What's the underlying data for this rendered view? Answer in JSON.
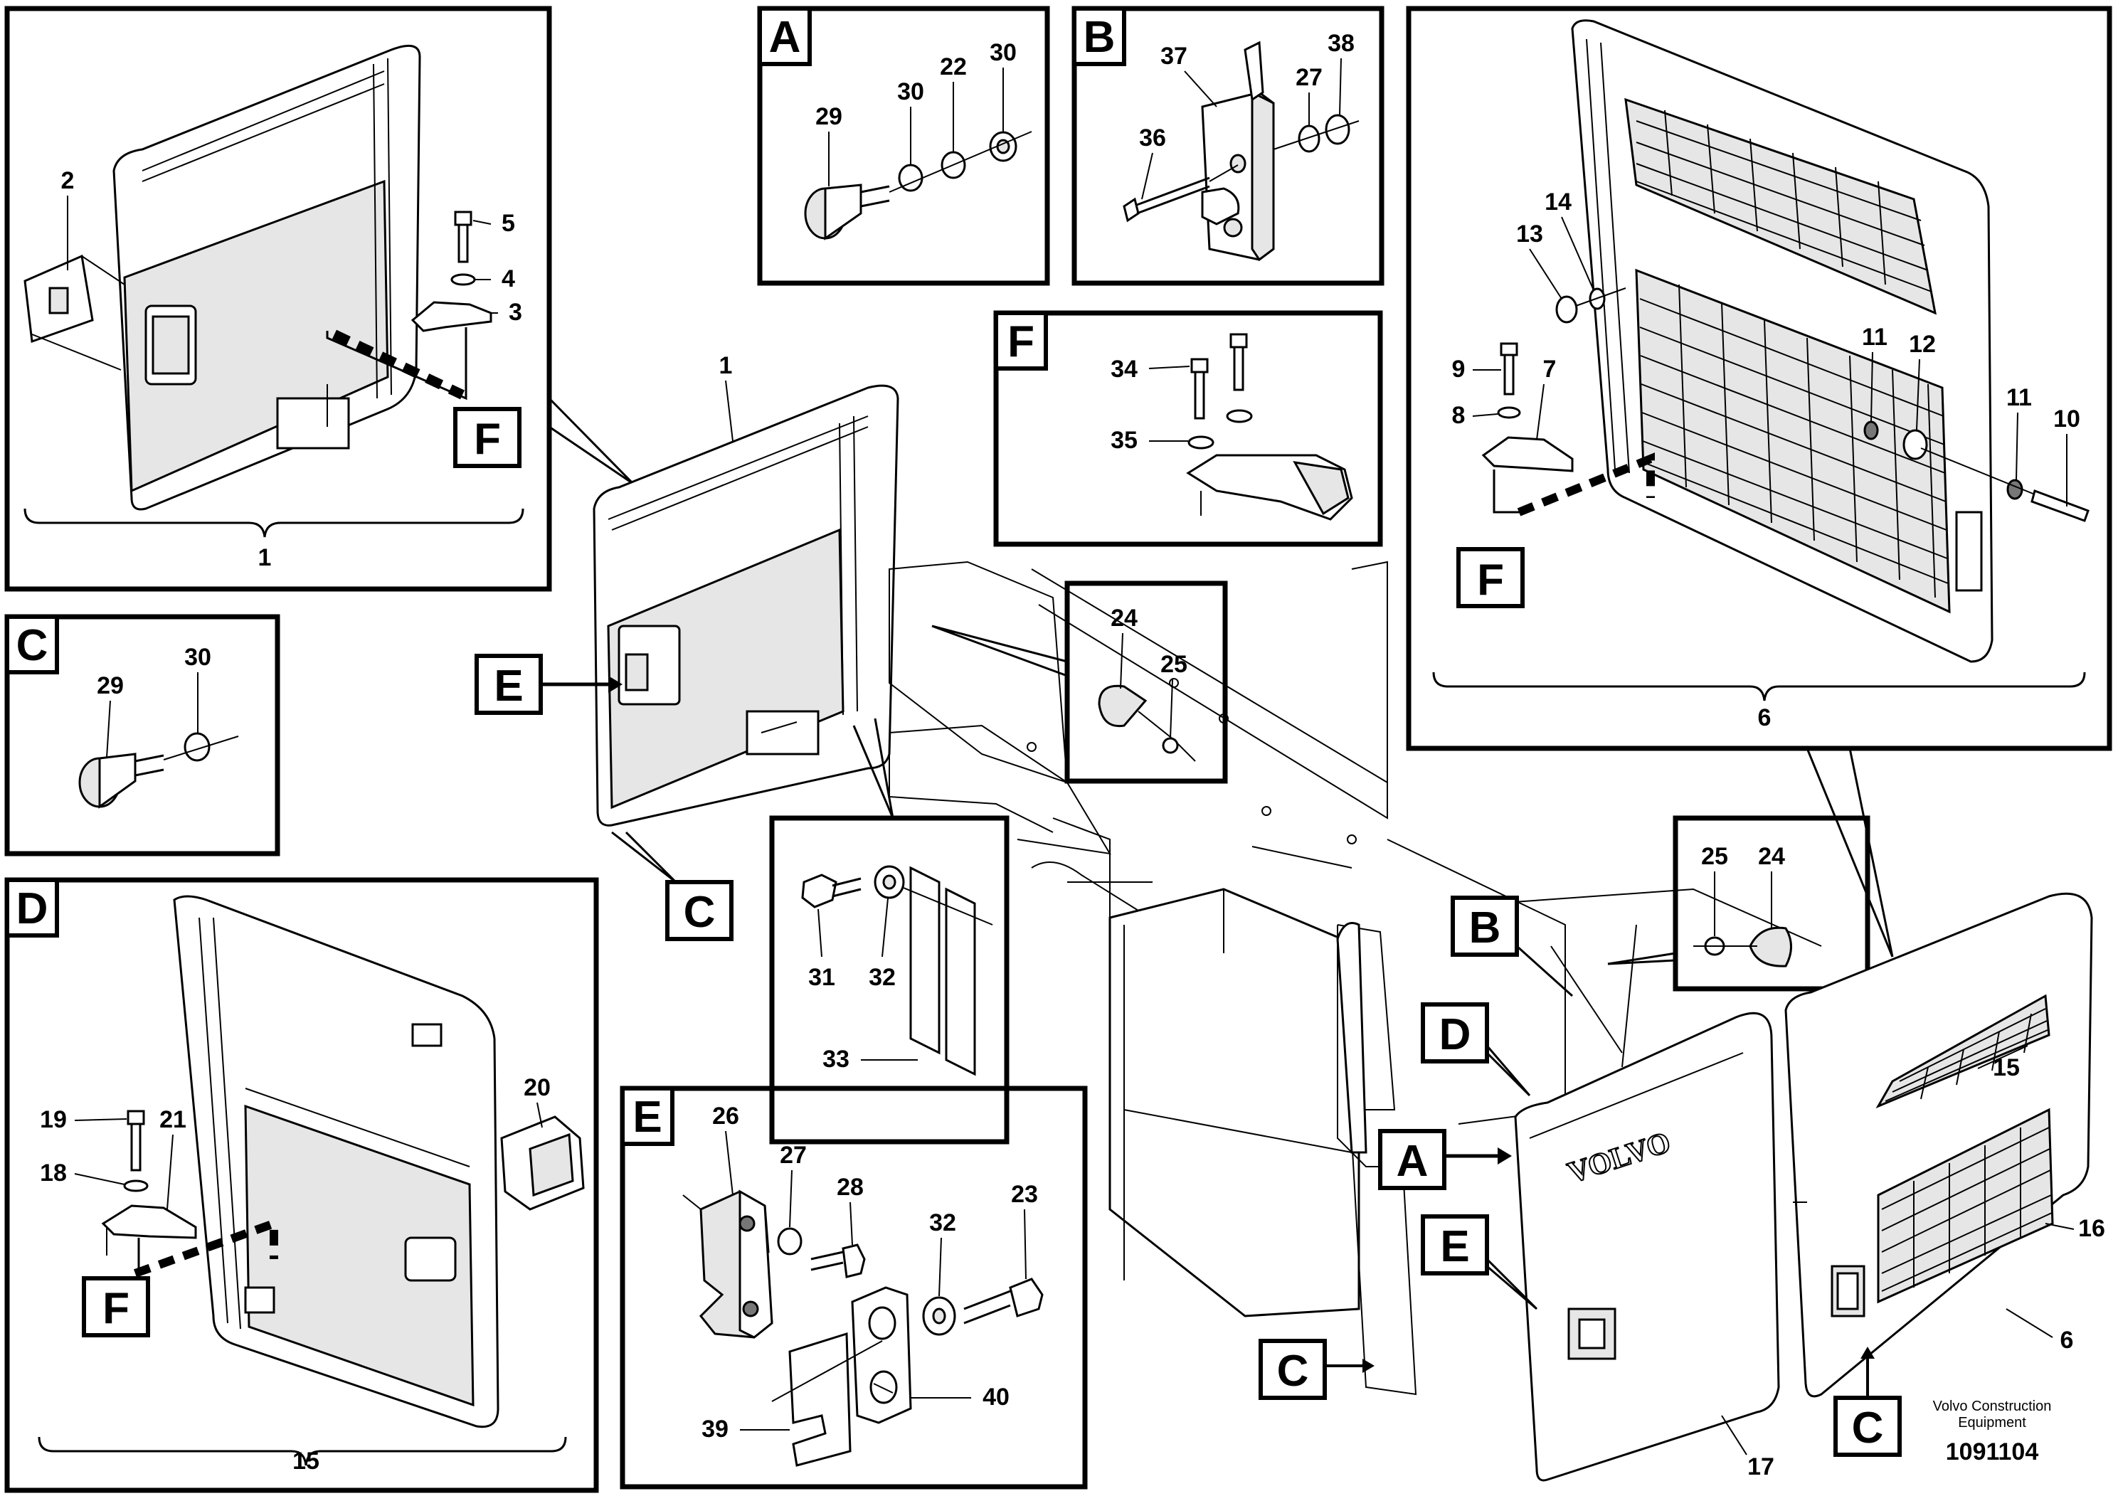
{
  "panels": {
    "p1": {
      "tag": "",
      "bracket": "1"
    },
    "pA": {
      "tag": "A"
    },
    "pB": {
      "tag": "B"
    },
    "p6": {
      "tag": "",
      "bracket": "6"
    },
    "pC": {
      "tag": "C"
    },
    "pF": {
      "tag": "F"
    },
    "pD": {
      "tag": "D",
      "bracket": "15"
    },
    "pE": {
      "tag": "E"
    }
  },
  "tags": {
    "F": "F",
    "C": "C",
    "E": "E",
    "B": "B",
    "D": "D",
    "A": "A"
  },
  "labels": {
    "n1": "1",
    "n2": "2",
    "n3": "3",
    "n4": "4",
    "n5": "5",
    "n6": "6",
    "n7": "7",
    "n8": "8",
    "n9": "9",
    "n10": "10",
    "n11": "11",
    "n12": "12",
    "n13": "13",
    "n14": "14",
    "n15": "15",
    "n16": "16",
    "n17": "17",
    "n18": "18",
    "n19": "19",
    "n20": "20",
    "n21": "21",
    "n22": "22",
    "n23": "23",
    "n24": "24",
    "n25": "25",
    "n26": "26",
    "n27": "27",
    "n28": "28",
    "n29": "29",
    "n30": "30",
    "n31": "31",
    "n32": "32",
    "n33": "33",
    "n34": "34",
    "n35": "35",
    "n36": "36",
    "n37": "37",
    "n38": "38",
    "n39": "39",
    "n40": "40"
  },
  "panel_text": {
    "volvo_badge": "VOLVO"
  },
  "footer": {
    "company_line1": "Volvo Construction",
    "company_line2": "Equipment",
    "drawing_number": "1091104"
  }
}
